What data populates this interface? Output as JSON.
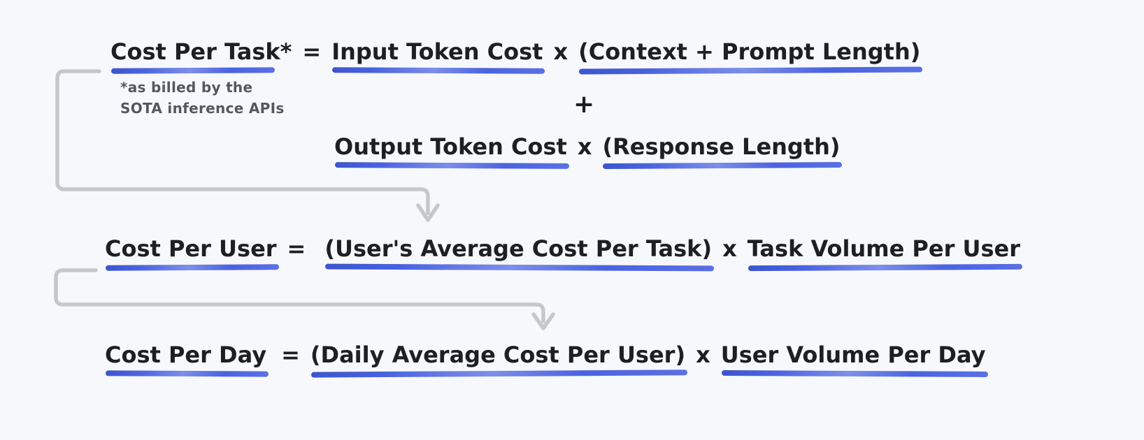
{
  "colors": {
    "background": "#f7f8fb",
    "text": "#1e1f23",
    "footnote_gray": "#54575d",
    "underline_blue": "#4a63e0",
    "arrow_gray": "#c7c7ca"
  },
  "formulas": {
    "task": {
      "lhs": "Cost Per Task*",
      "equals": "=",
      "line1": {
        "term1": "Input Token Cost",
        "times": "x",
        "term2": "(Context + Prompt Length)"
      },
      "plus": "+",
      "line2": {
        "term1": "Output Token Cost",
        "times": "x",
        "term2": "(Response Length)"
      },
      "footnote": {
        "line1": "*as billed by the",
        "line2": "SOTA inference APIs"
      }
    },
    "user": {
      "lhs": "Cost Per User",
      "equals": "=",
      "term1": "(User's Average Cost Per Task)",
      "times": "x",
      "term2": "Task Volume Per User"
    },
    "day": {
      "lhs": "Cost Per Day",
      "equals": "=",
      "term1": "(Daily Average Cost Per User)",
      "times": "x",
      "term2": "User Volume Per Day"
    }
  }
}
